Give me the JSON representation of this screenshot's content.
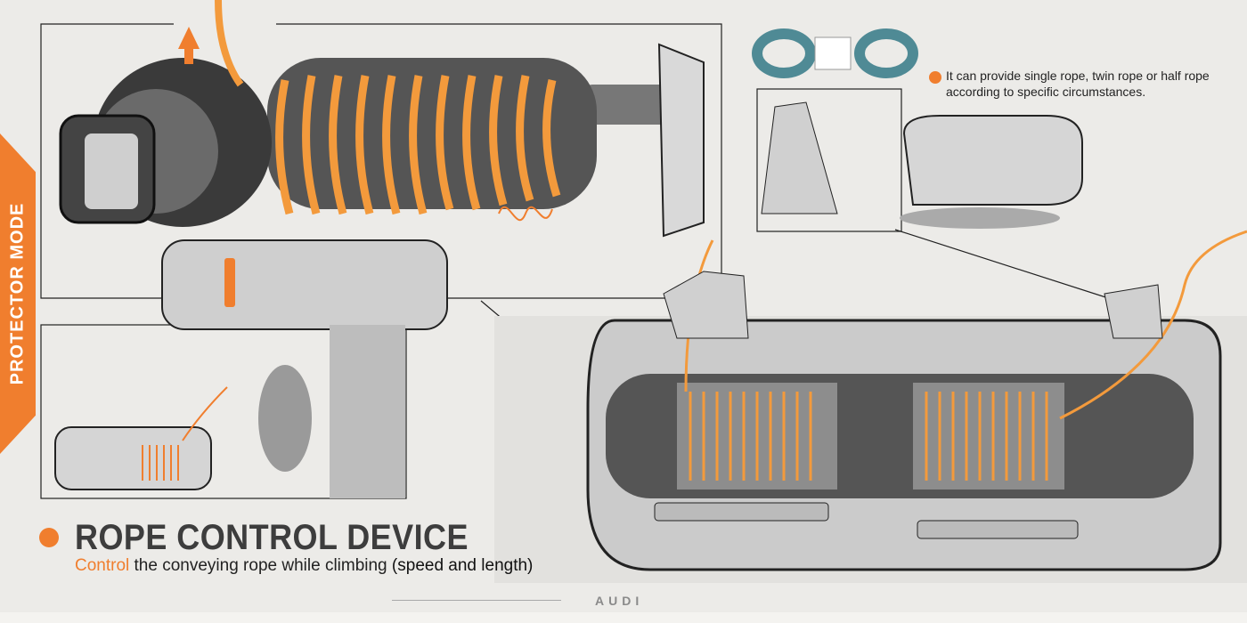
{
  "side_tab": {
    "label": "PROTECTOR MODE"
  },
  "heading": {
    "title": "ROPE CONTROL DEVICE",
    "subtitle_highlight": "Control",
    "subtitle_text": " the conveying rope while climbing ",
    "subtitle_paren": "(speed and length)"
  },
  "note": {
    "text": "It can provide single rope, twin rope or half rope according to specific circumstances."
  },
  "brand": {
    "label": "AUDI"
  },
  "colors": {
    "accent": "#f07e2e",
    "background": "#ecebe8",
    "ink": "#3d3d3d"
  }
}
